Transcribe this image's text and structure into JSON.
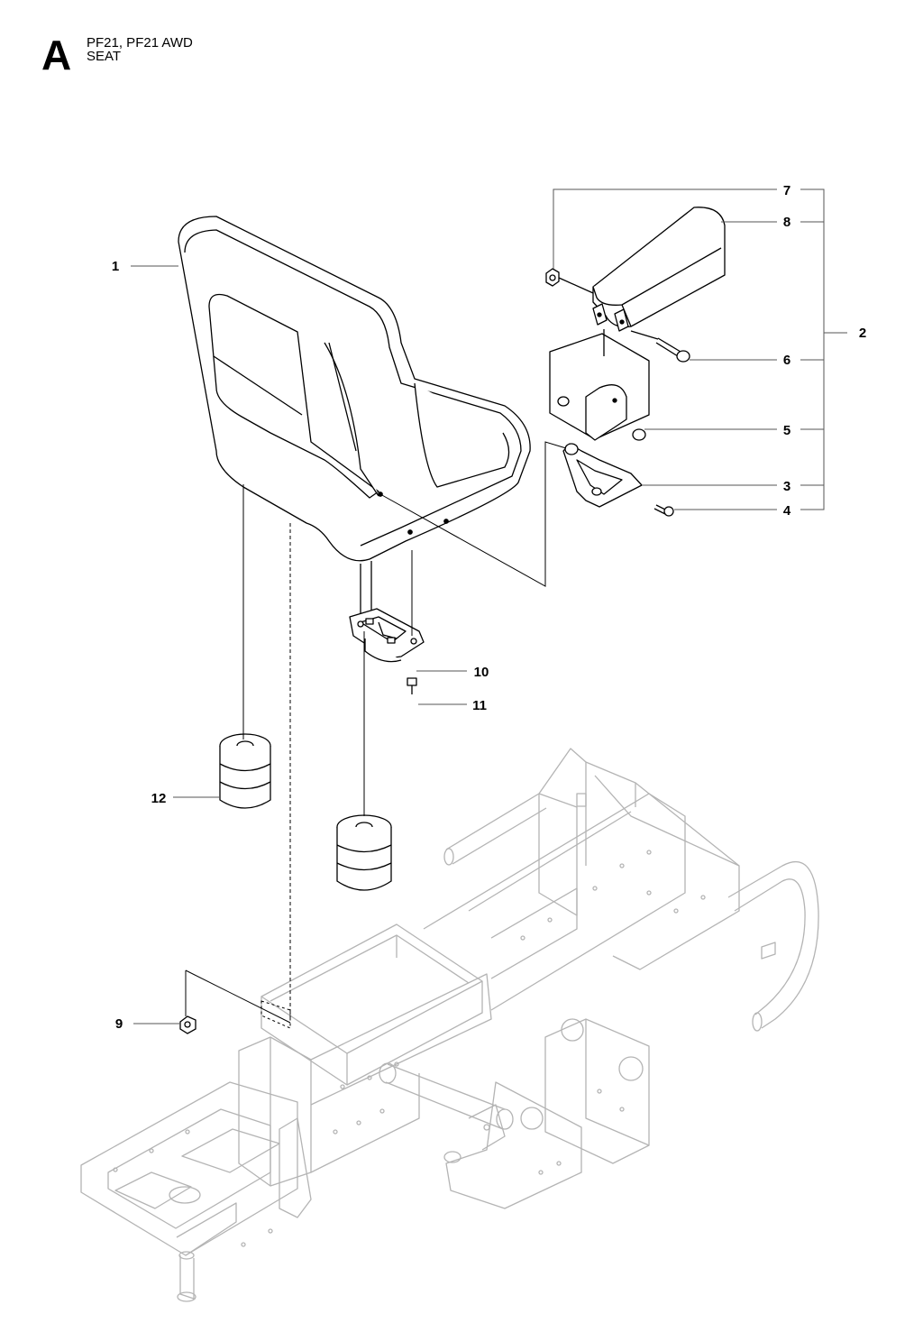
{
  "header": {
    "section_letter": "A",
    "model": "PF21, PF21 AWD",
    "subtitle": "SEAT"
  },
  "callouts": [
    {
      "id": "1",
      "label": "1"
    },
    {
      "id": "2",
      "label": "2"
    },
    {
      "id": "3",
      "label": "3"
    },
    {
      "id": "4",
      "label": "4"
    },
    {
      "id": "5",
      "label": "5"
    },
    {
      "id": "6",
      "label": "6"
    },
    {
      "id": "7",
      "label": "7"
    },
    {
      "id": "8",
      "label": "8"
    },
    {
      "id": "9",
      "label": "9"
    },
    {
      "id": "10",
      "label": "10"
    },
    {
      "id": "11",
      "label": "11"
    },
    {
      "id": "12",
      "label": "12"
    }
  ],
  "colors": {
    "line": "#000000",
    "frame": "#b4b4b4",
    "leader": "#555555"
  }
}
